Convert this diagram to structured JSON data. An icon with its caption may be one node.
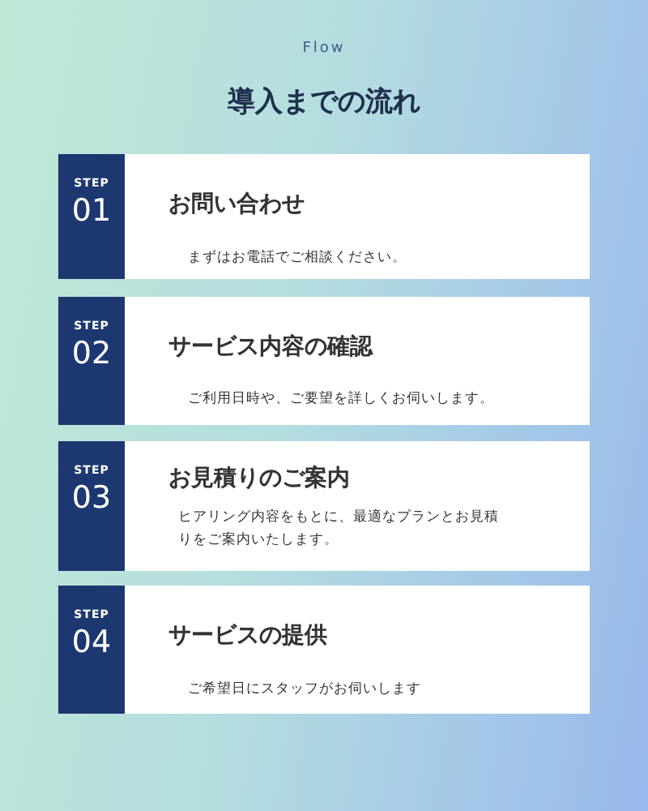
{
  "diagram": {
    "title": "導入までの流れ",
    "nodes": [
      {
        "text": [
          "お問い合わせ",
          "まずはお電話でご相談ください。"
        ]
      },
      {
        "text": [
          "STEP",
          "01"
        ],
        "in": 0
      },
      {
        "text": [
          "サービス内容の確認",
          "ご利用日時や、ご要望を詳しくお伺いします。"
        ]
      },
      {
        "text": [
          "STEP",
          "02"
        ],
        "in": 2
      },
      {
        "text": [
          "お見積りのご案内",
          "ヒアリング内容をもとに、最適なプランとお見積りをご案内いたします。"
        ]
      },
      {
        "text": [
          "STEP",
          "03"
        ],
        "in": 4
      },
      {
        "text": [
          "サービスの提供",
          "ご希望日にスタッフがお伺いします"
        ]
      },
      {
        "text": [
          "STEP",
          "04"
        ],
        "in": 6
      }
    ],
    "edges": [],
    "labels": [
      "Flow"
    ]
  }
}
